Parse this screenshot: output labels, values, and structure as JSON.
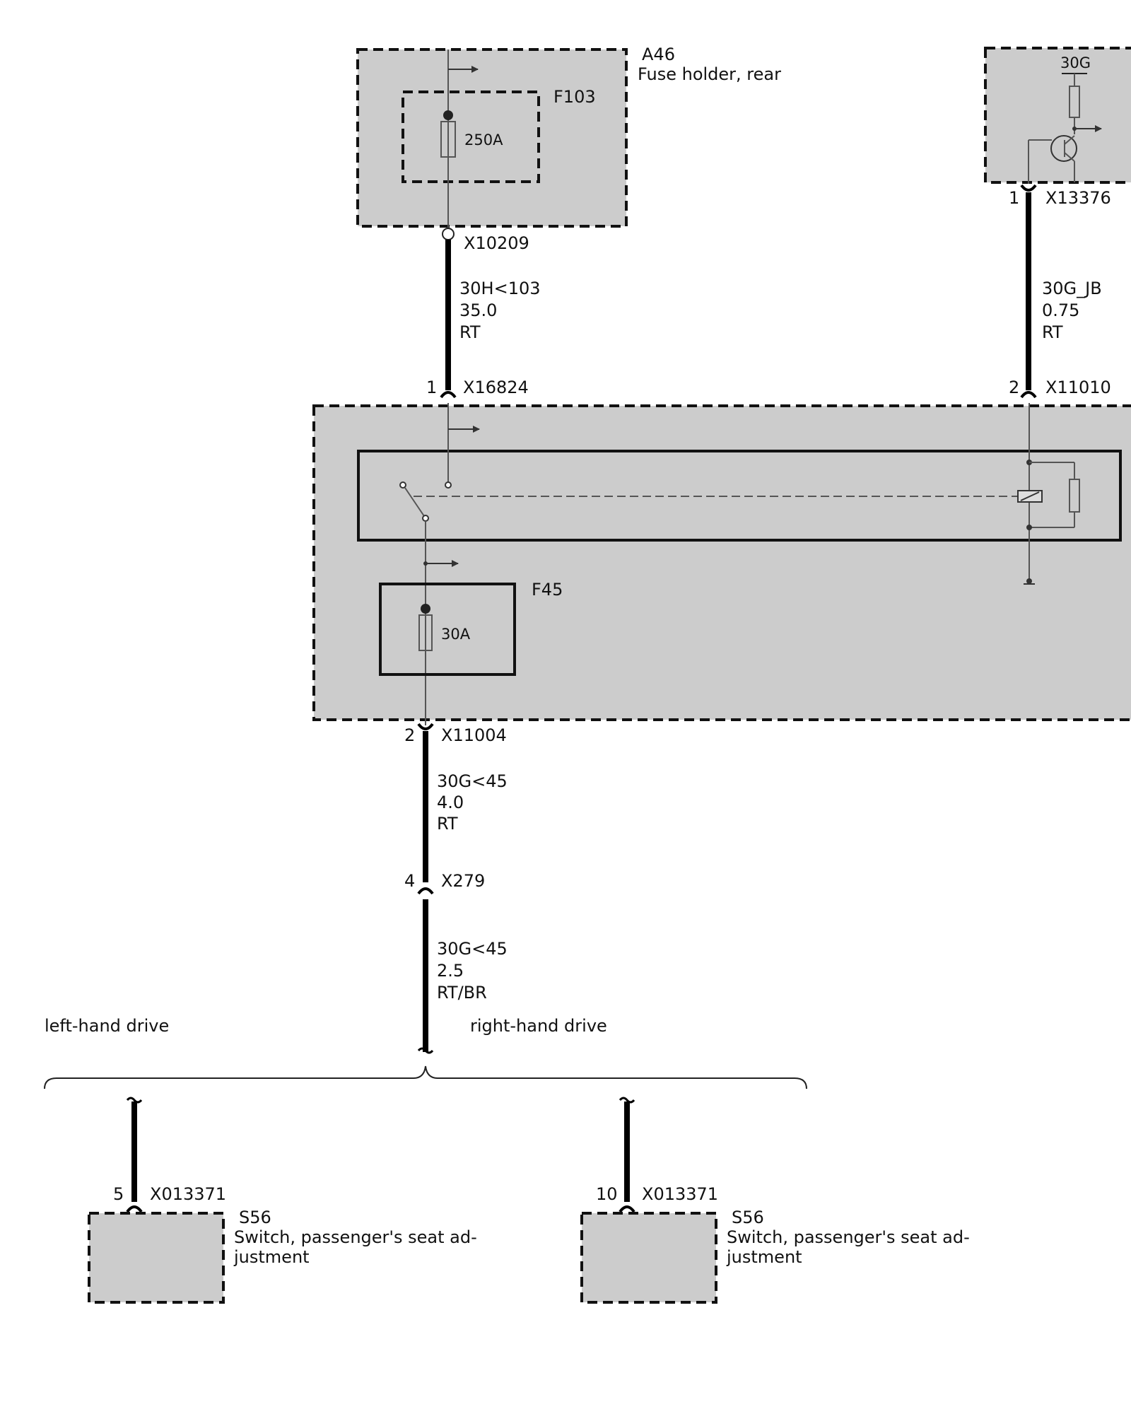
{
  "components": {
    "a46": {
      "id": "A46",
      "name": "Fuse holder, rear"
    },
    "f103": {
      "id": "F103",
      "rating": "250A"
    },
    "f45": {
      "id": "F45",
      "rating": "30A"
    },
    "top_right": {
      "terminal": "30G"
    },
    "s56_lhd": {
      "id": "S56",
      "name_line1": "Switch, passenger's seat ad-",
      "name_line2": "justment"
    },
    "s56_rhd": {
      "id": "S56",
      "name_line1": "Switch, passenger's seat ad-",
      "name_line2": "justment"
    }
  },
  "connectors": {
    "x10209": {
      "id": "X10209"
    },
    "x16824": {
      "id": "X16824",
      "pin": "1"
    },
    "x13376": {
      "id": "X13376",
      "pin": "1"
    },
    "x11010": {
      "id": "X11010",
      "pin": "2"
    },
    "x11004": {
      "id": "X11004",
      "pin": "2"
    },
    "x279": {
      "id": "X279",
      "pin": "4"
    },
    "x013371_lhd": {
      "id": "X013371",
      "pin": "5"
    },
    "x013371_rhd": {
      "id": "X013371",
      "pin": "10"
    }
  },
  "wires": {
    "w1": {
      "signal": "30H<103",
      "size": "35.0",
      "color": "RT"
    },
    "w2": {
      "signal": "30G_JB",
      "size": "0.75",
      "color": "RT"
    },
    "w3": {
      "signal": "30G<45",
      "size": "4.0",
      "color": "RT"
    },
    "w4": {
      "signal": "30G<45",
      "size": "2.5",
      "color": "RT/BR"
    }
  },
  "variants": {
    "lhd": "left-hand drive",
    "rhd": "right-hand drive"
  }
}
